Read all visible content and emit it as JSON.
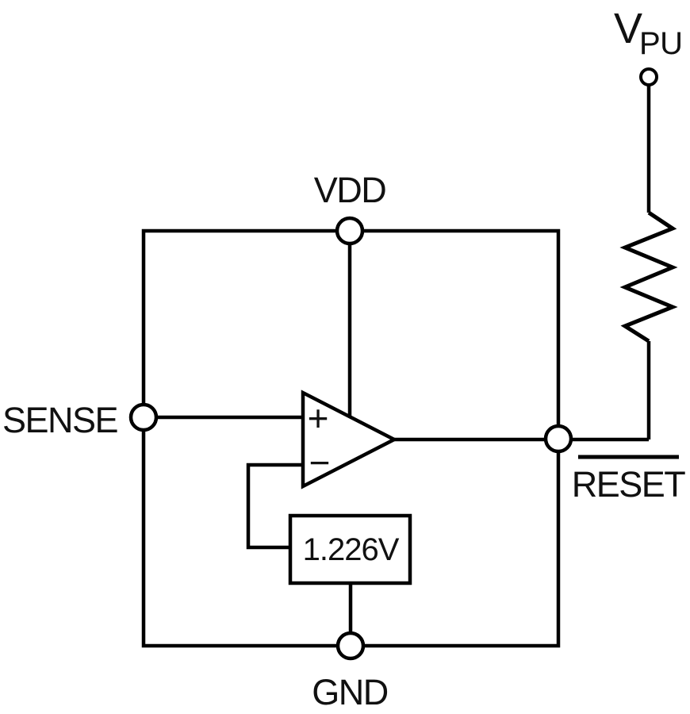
{
  "schematic": {
    "pins": {
      "vdd": "VDD",
      "sense": "SENSE",
      "gnd": "GND",
      "reset": "RESET",
      "reset_overline": true,
      "vpu_letter": "V",
      "vpu_subscript": "PU"
    },
    "components": {
      "reference_voltage": "1.226V",
      "comparator_noninverting": "+",
      "comparator_inverting": "−"
    },
    "colors": {
      "stroke": "#000000",
      "text": "#111111",
      "background": "#ffffff"
    }
  }
}
